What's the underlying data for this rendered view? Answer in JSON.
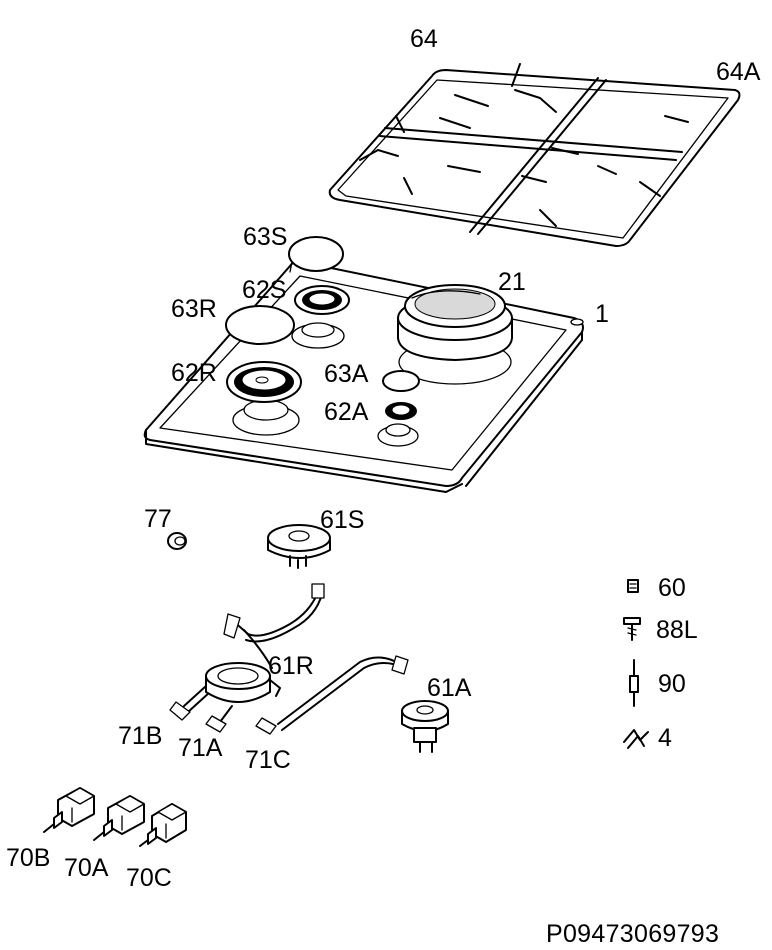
{
  "labels": {
    "grate": "64",
    "grate_a": "64A",
    "cap_s": "63S",
    "burner_s": "62S",
    "cap_r": "63R",
    "burner_r": "62R",
    "cap_a": "63A",
    "burner_a": "62A",
    "wok_burner": "21",
    "hob_top": "1",
    "part_77": "77",
    "injector_s": "61S",
    "injector_r": "61R",
    "injector_a": "61A",
    "pipe_b": "71B",
    "pipe_a": "71A",
    "pipe_c": "71C",
    "part_60": "60",
    "part_88l": "88L",
    "part_90": "90",
    "part_4": "4",
    "tap_b": "70B",
    "tap_a": "70A",
    "tap_c": "70C"
  },
  "document_code": "P09473069793"
}
